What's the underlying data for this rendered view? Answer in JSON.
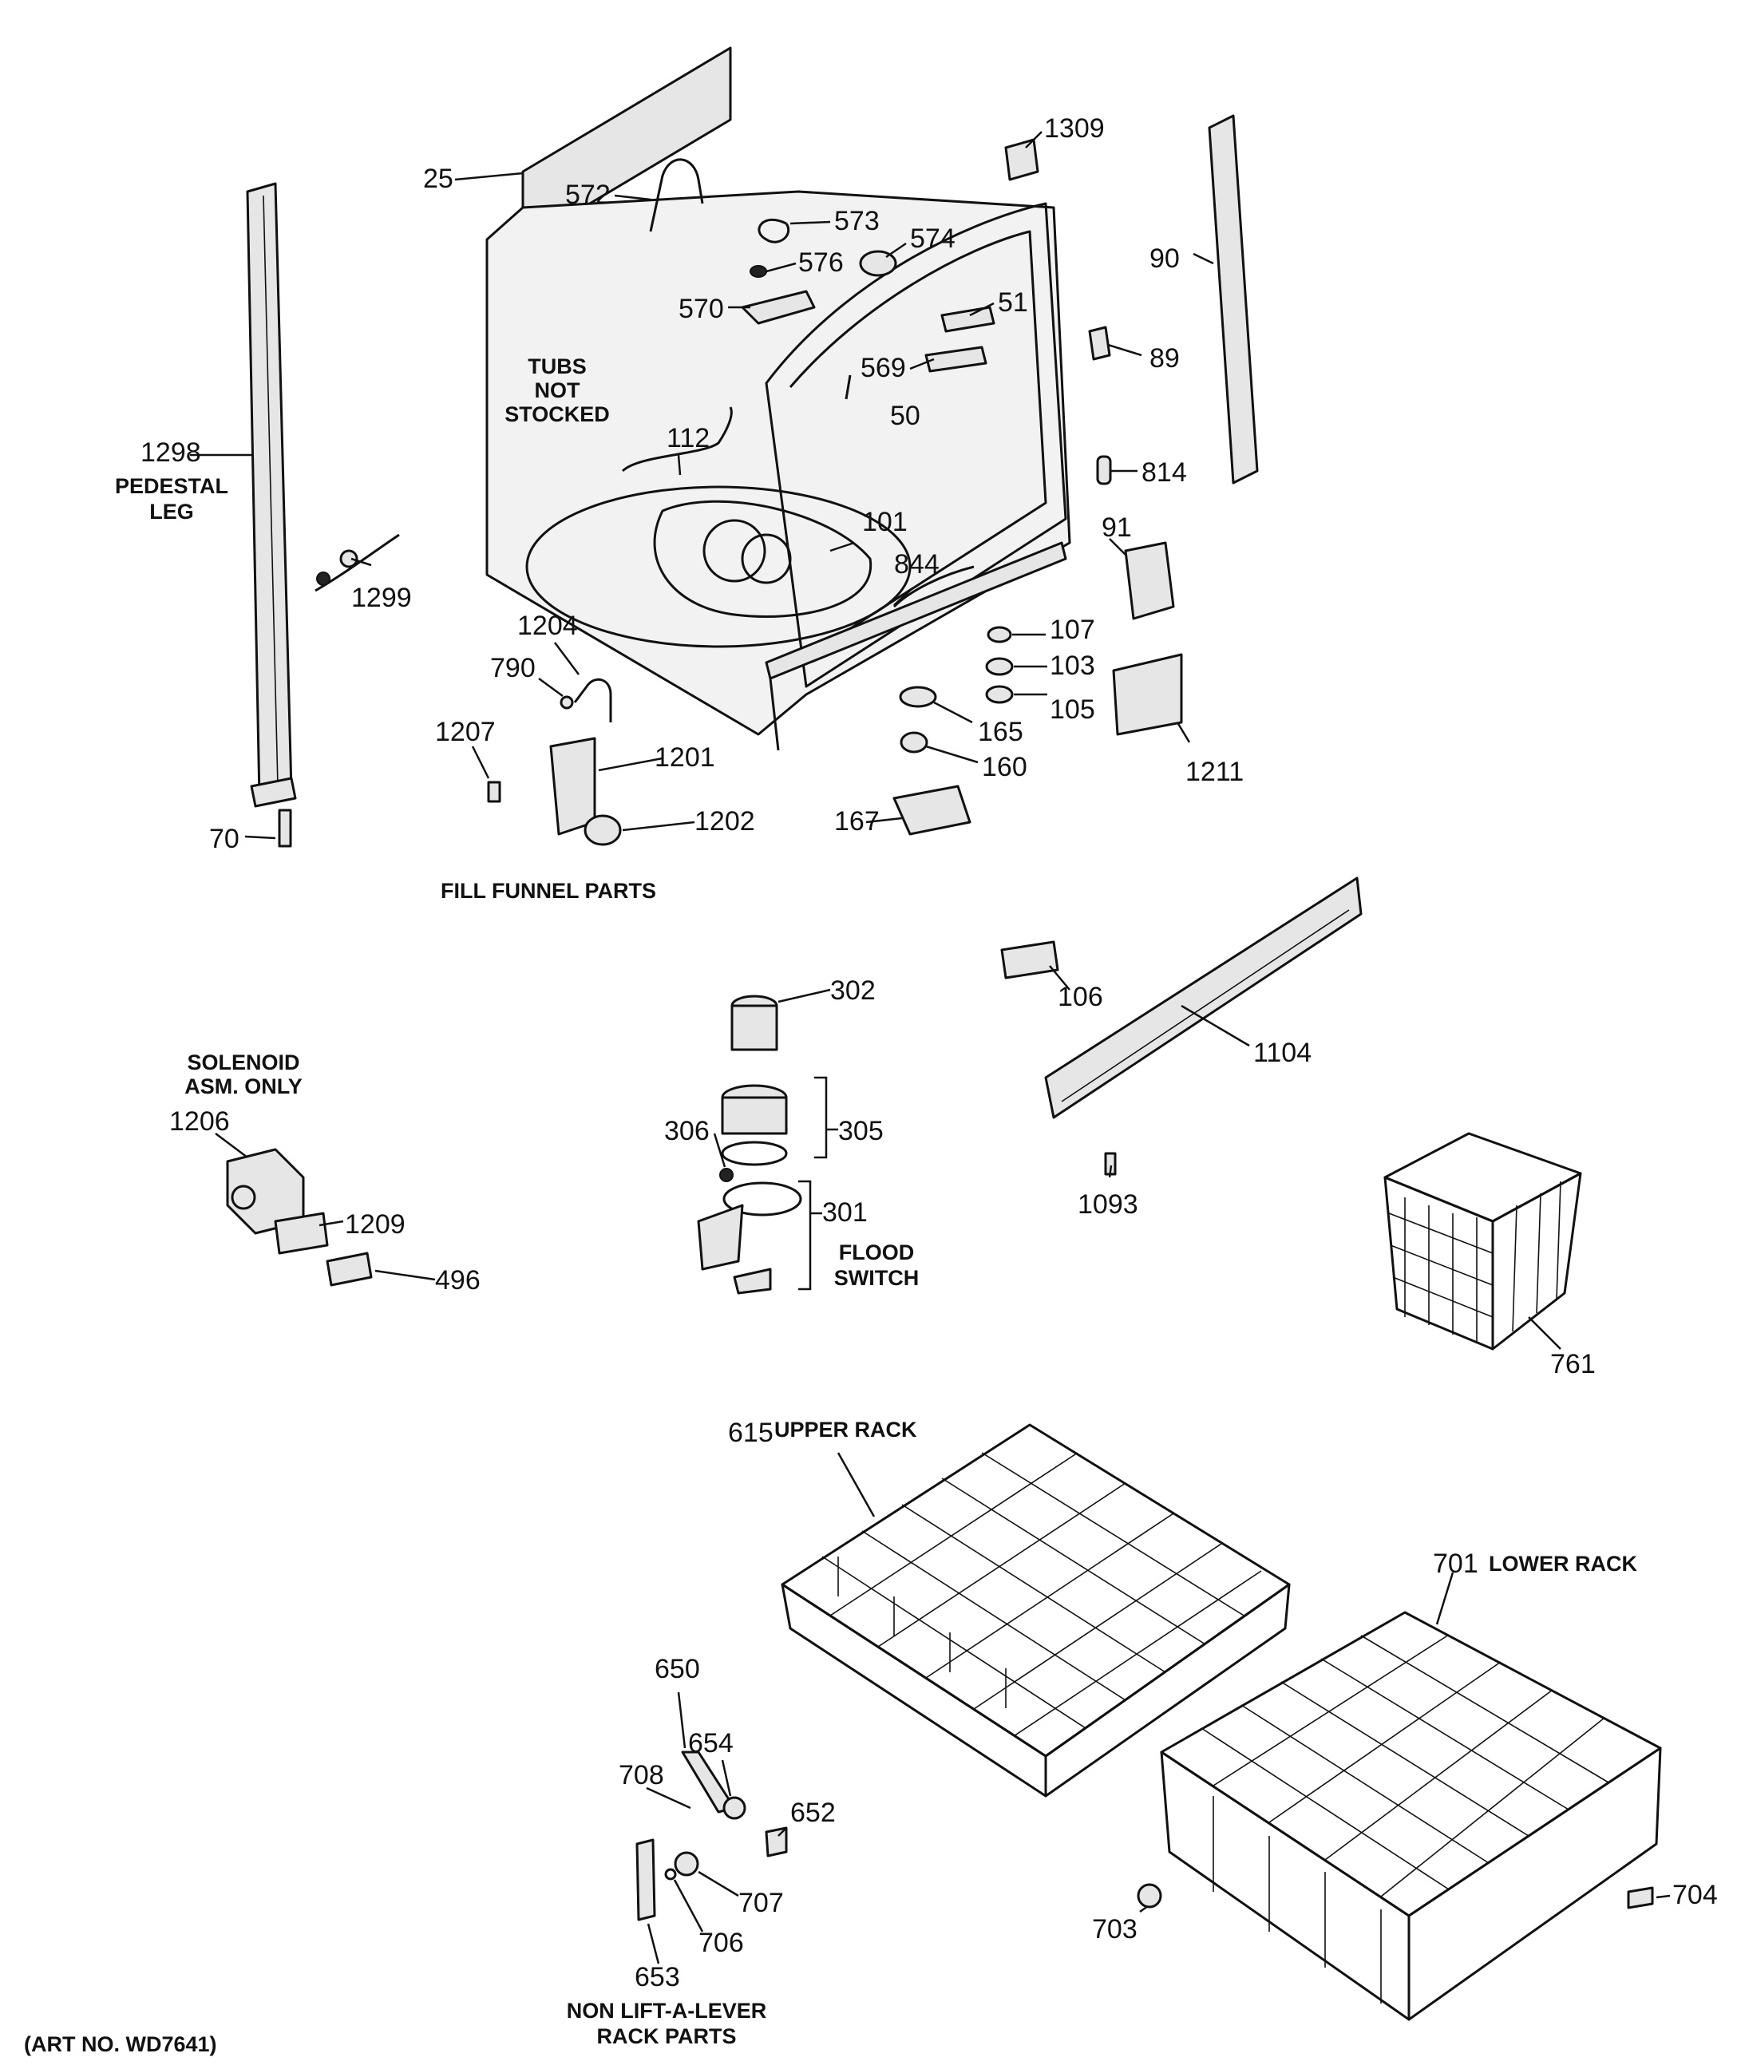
{
  "callouts": {
    "c1309": "1309",
    "c25": "25",
    "c572": "572",
    "c573": "573",
    "c574": "574",
    "c576": "576",
    "c570": "570",
    "c51": "51",
    "c569": "569",
    "c50": "50",
    "c90": "90",
    "c89": "89",
    "c814": "814",
    "c91": "91",
    "c112": "112",
    "c101": "101",
    "c844": "844",
    "c107": "107",
    "c103": "103",
    "c105": "105",
    "c165": "165",
    "c160": "160",
    "c167": "167",
    "c1211": "1211",
    "c1298": "1298",
    "c1299": "1299",
    "c70": "70",
    "c1204": "1204",
    "c790": "790",
    "c1207": "1207",
    "c1201": "1201",
    "c1202": "1202",
    "c302": "302",
    "c305": "305",
    "c306": "306",
    "c301": "301",
    "c106": "106",
    "c1104": "1104",
    "c1093": "1093",
    "c1206": "1206",
    "c1209": "1209",
    "c496": "496",
    "c761": "761",
    "c615": "615",
    "c701": "701",
    "c650": "650",
    "c654": "654",
    "c708": "708",
    "c652": "652",
    "c707": "707",
    "c706": "706",
    "c653": "653",
    "c703": "703",
    "c704": "704"
  },
  "captions": {
    "tubs_line1": "TUBS",
    "tubs_line2": "NOT",
    "tubs_line3": "STOCKED",
    "pedestal_line1": "PEDESTAL",
    "pedestal_line2": "LEG",
    "fill_funnel": "FILL FUNNEL PARTS",
    "solenoid_line1": "SOLENOID",
    "solenoid_line2": "ASM. ONLY",
    "flood_line1": "FLOOD",
    "flood_line2": "SWITCH",
    "upper_rack": "UPPER RACK",
    "lower_rack": "LOWER RACK",
    "non_lift_line1": "NON LIFT-A-LEVER",
    "non_lift_line2": "RACK PARTS",
    "art_no": "(ART NO. WD7641)"
  }
}
